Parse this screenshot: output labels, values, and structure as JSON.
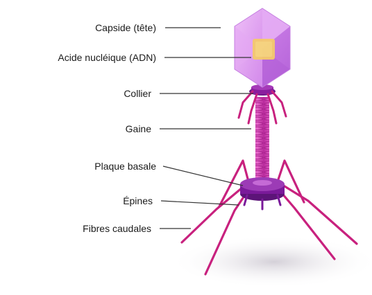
{
  "colors": {
    "capsid_light": "#e8a8f4",
    "capsid_mid": "#d07ee8",
    "capsid_dark": "#b25ad8",
    "dna": "#f3c96b",
    "collar": "#8a1f9e",
    "sheath": "#d13fb0",
    "baseplate": "#7a1a9a",
    "fibers": "#c8217e",
    "shadow": "#d9d6dd",
    "leader": "#333333",
    "text": "#1a1a1a"
  },
  "labels": [
    {
      "id": "capsid",
      "text": "Capside (tête)"
    },
    {
      "id": "nucleic-acid",
      "text": "Acide nucléique (ADN)"
    },
    {
      "id": "collar",
      "text": "Collier"
    },
    {
      "id": "sheath",
      "text": "Gaine"
    },
    {
      "id": "baseplate",
      "text": "Plaque basale"
    },
    {
      "id": "spikes",
      "text": "Épines"
    },
    {
      "id": "tail-fibers",
      "text": "Fibres caudales"
    }
  ]
}
